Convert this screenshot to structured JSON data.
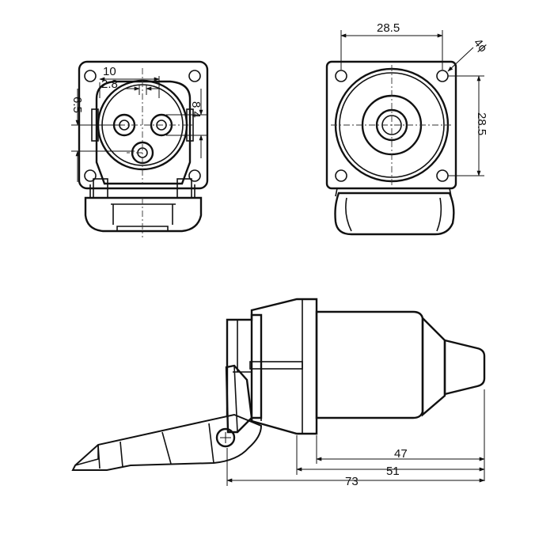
{
  "dimensions": {
    "rear_offset_width": "10",
    "rear_pin_spacing": "2.8",
    "rear_left_height": "6.5",
    "rear_right_height": "8.4",
    "front_hole_spacing_horizontal": "28.5",
    "front_hole_spacing_vertical": "28.5",
    "front_hole_diameter": "4ϕ",
    "side_body_length": "47",
    "side_mid_length": "51",
    "side_total_length": "73"
  }
}
